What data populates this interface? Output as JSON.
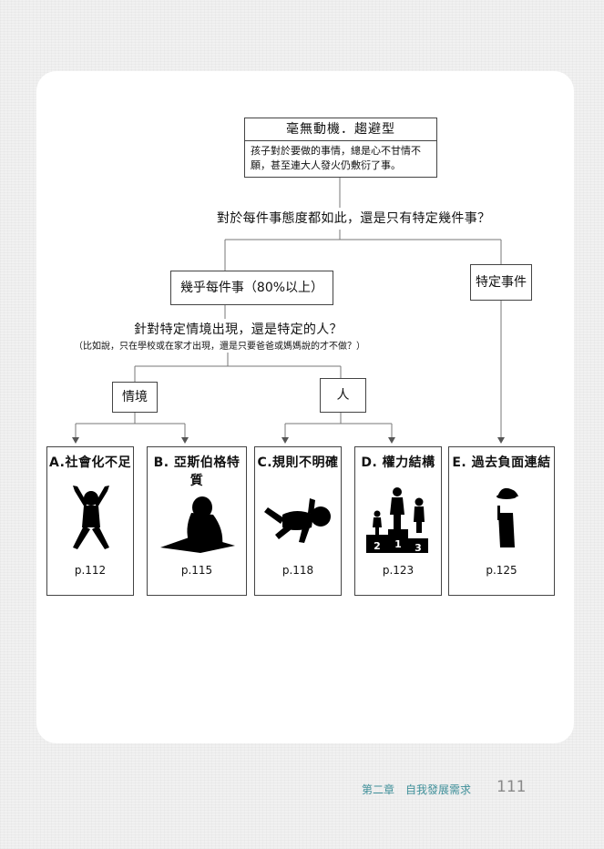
{
  "root": {
    "title": "毫無動機．趨避型",
    "description": "孩子對於要做的事情，總是心不甘情不願，甚至連大人發火仍敷衍了事。"
  },
  "question1": "對於每件事態度都如此，還是只有特定幾件事？",
  "branch_every": "幾乎每件事（80%以上）",
  "branch_specific": "特定事件",
  "question2": "針對特定情境出現，還是特定的人？",
  "question2_hint": "（比如說，只在學校或在家才出現，還是只要爸爸或媽媽說的才不做？）",
  "branch_situation": "情境",
  "branch_person": "人",
  "categories": [
    {
      "title": "A.社會化不足",
      "page": "p.112",
      "icon": "child-cheering-icon"
    },
    {
      "title": "B. 亞斯伯格特質",
      "page": "p.115",
      "icon": "child-reading-icon"
    },
    {
      "title": "C.規則不明確",
      "page": "p.118",
      "icon": "child-tantrum-icon"
    },
    {
      "title": "D. 權力結構",
      "page": "p.123",
      "icon": "podium-icon",
      "podium_labels": [
        "2",
        "1",
        "3"
      ]
    },
    {
      "title": "E. 過去負面連結",
      "page": "p.125",
      "icon": "person-alone-icon"
    }
  ],
  "footer": {
    "chapter": "第二章　自我發展需求",
    "page_number": "111"
  },
  "colors": {
    "footer_accent": "#3f8f99",
    "line": "#777777",
    "border": "#444444"
  }
}
